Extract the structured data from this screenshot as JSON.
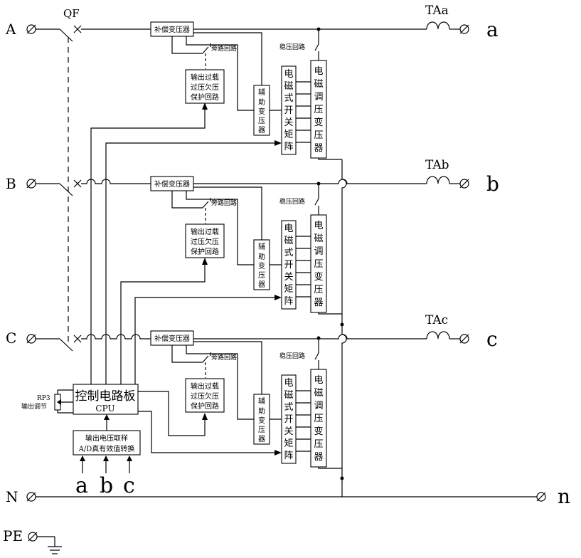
{
  "phases": {
    "A": "A",
    "B": "B",
    "C": "C",
    "N": "N",
    "PE": "PE",
    "out_a": "a",
    "out_b": "b",
    "out_c": "c",
    "out_n": "n"
  },
  "breaker": "QF",
  "ct": {
    "a": "TAa",
    "b": "TAb",
    "c": "TAc"
  },
  "compensation_transformer": "补偿变压器",
  "bypass_loop": "旁路回路",
  "stabilizing_loop": "稳压回路",
  "protection": [
    "输出过载",
    "过压欠压",
    "保护回路"
  ],
  "aux_transformer": [
    "辅",
    "助",
    "变",
    "压",
    "器"
  ],
  "switch_matrix": [
    "电",
    "磁",
    "式",
    "开",
    "关",
    "矩",
    "阵"
  ],
  "regulator": [
    "电",
    "磁",
    "调",
    "压",
    "变",
    "压",
    "器"
  ],
  "control_board": {
    "title": "控制电路板",
    "cpu": "CPU"
  },
  "rp3": {
    "name": "RP3",
    "label": "输出调节"
  },
  "sampling": {
    "line1": "输出电压取样",
    "line2": "A/D真有效值转换"
  },
  "sample_inputs": [
    "a",
    "b",
    "c"
  ]
}
